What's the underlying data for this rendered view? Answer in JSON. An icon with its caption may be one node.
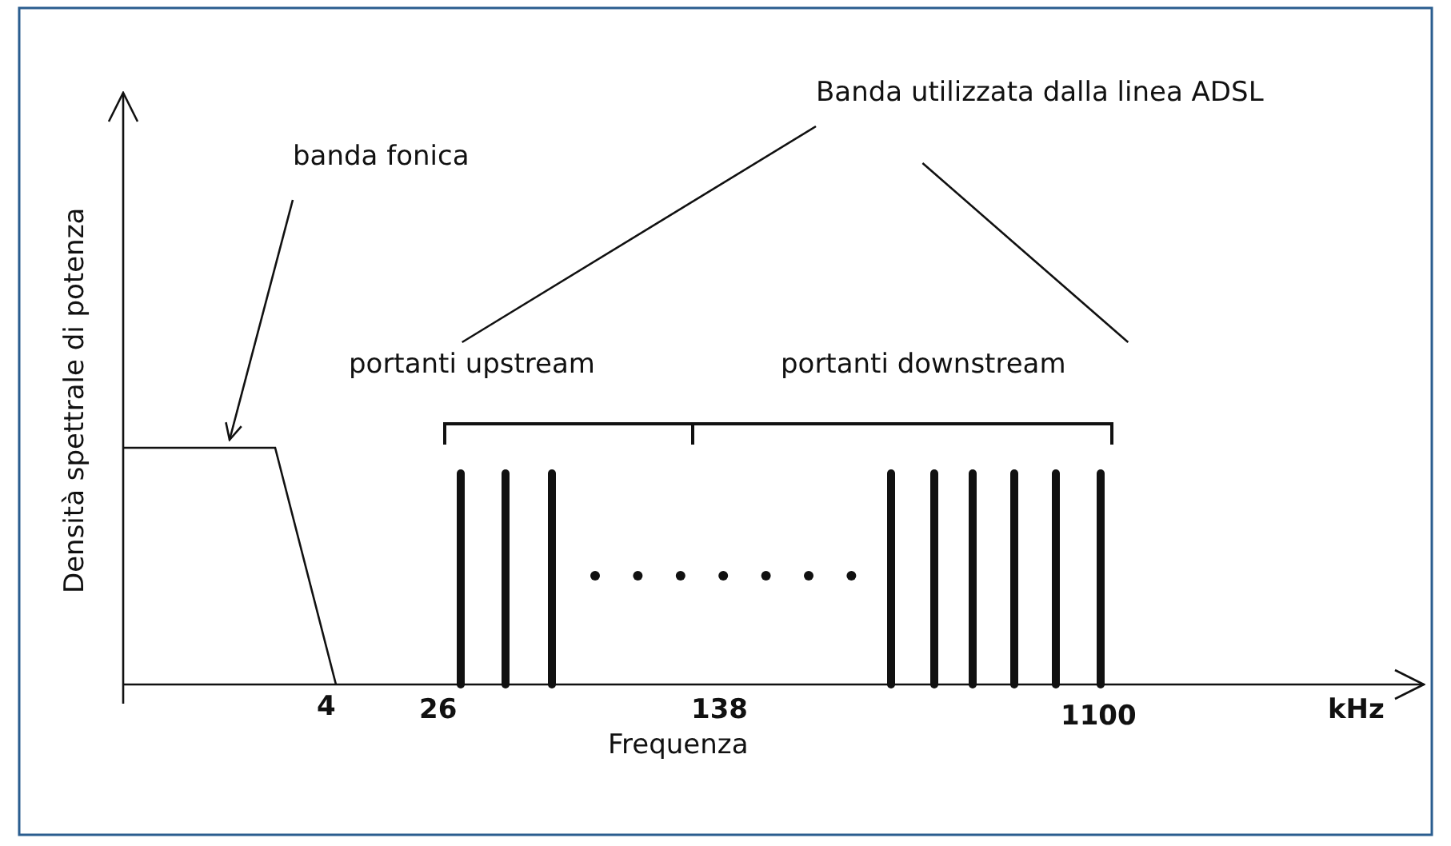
{
  "diagram": {
    "nodes": [
      {
        "text": [
          "banda fonica"
        ]
      },
      {
        "text": [],
        "shape": "trapezoid"
      },
      {
        "text": [
          "Banda utilizzata dalla linea ADSL"
        ]
      },
      {
        "text": [
          "portanti upstream"
        ]
      },
      {
        "text": [
          "portanti downstream"
        ]
      }
    ],
    "edges": [
      {
        "from": 0,
        "to": 1,
        "arrow": "to"
      },
      {
        "from": 2,
        "to": 3,
        "arrow": "none"
      },
      {
        "from": 2,
        "to": 4,
        "arrow": "none"
      }
    ],
    "labels": [
      "Densità spettrale di potenza",
      "4",
      "26",
      "138",
      "1100",
      "kHz",
      "Frequenza"
    ]
  }
}
